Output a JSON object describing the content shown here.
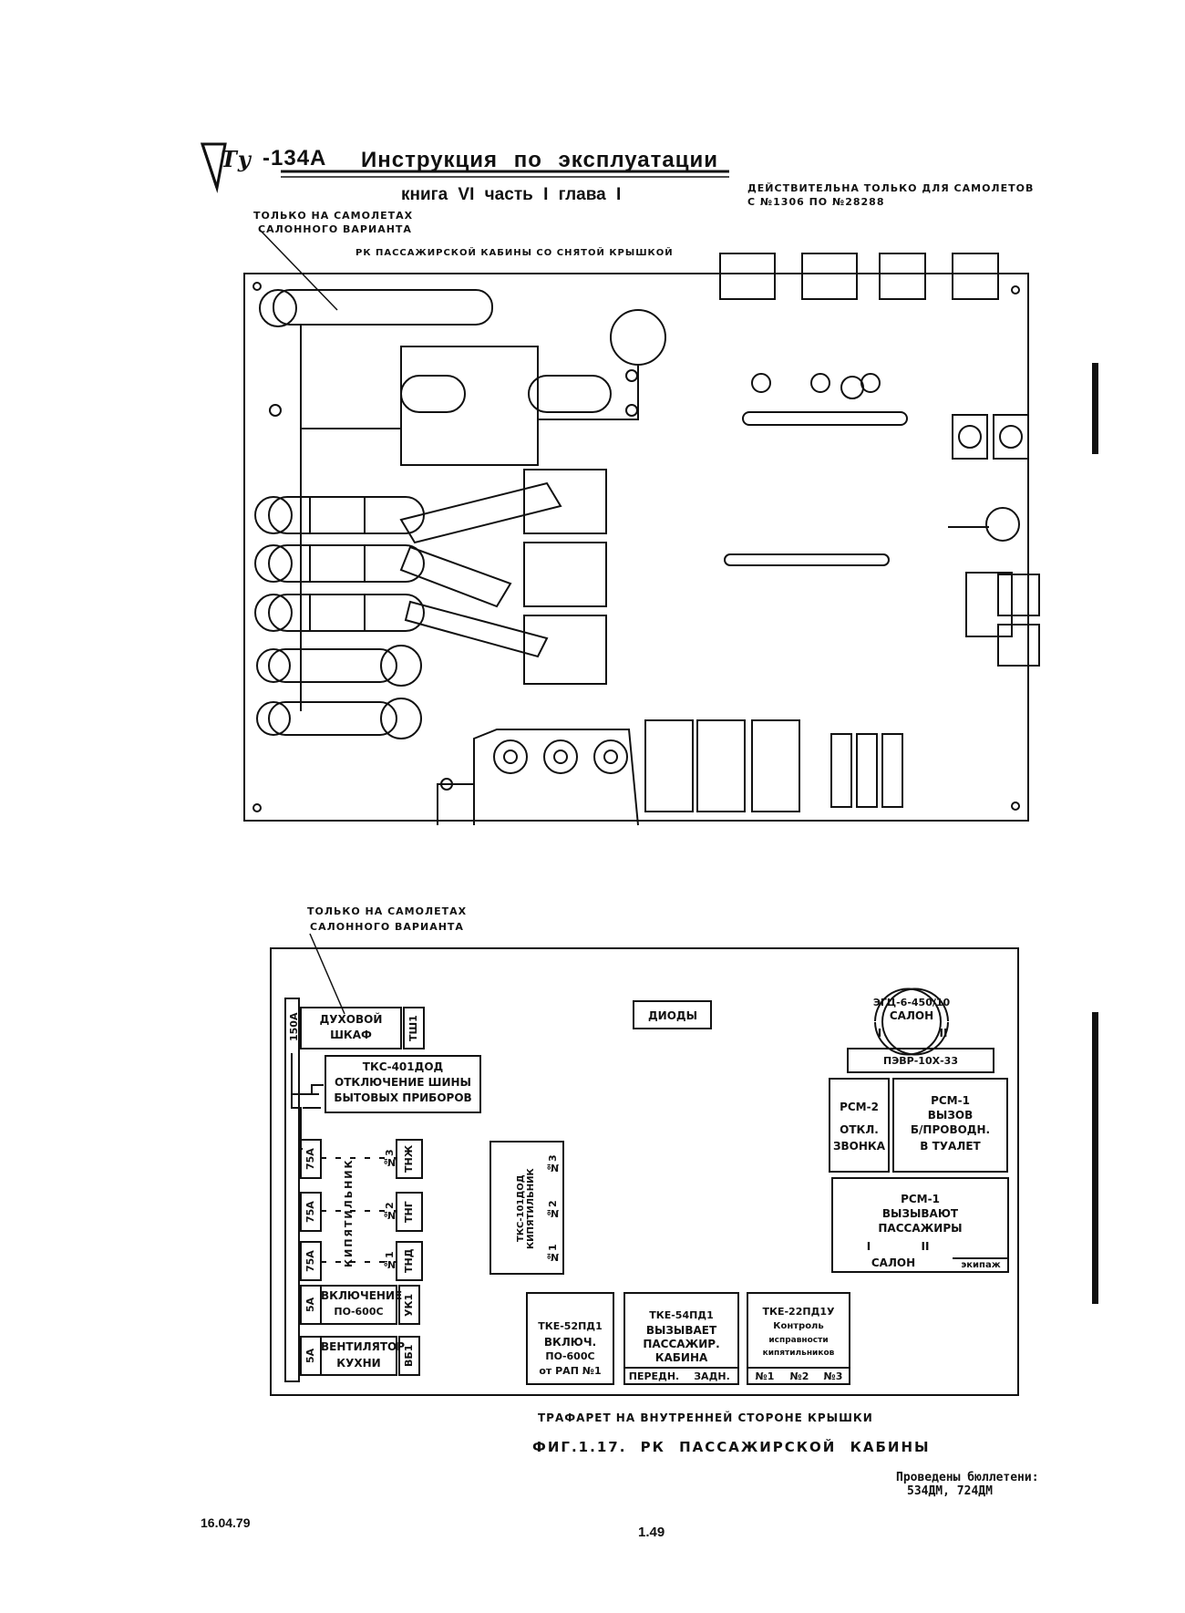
{
  "header": {
    "logo": "Ту",
    "model": "-134А",
    "title": "Инструкция по эксплуатации",
    "subtitle": "книга VI часть I глава I",
    "validity_line1": "ДЕЙСТВИТЕЛЬНА ТОЛЬКО ДЛЯ САМОЛЕТОВ",
    "validity_line2": "С №1306 ПО №28288"
  },
  "top_figure": {
    "note_line1": "ТОЛЬКО НА САМОЛЕТАХ",
    "note_line2": "САЛОННОГО ВАРИАНТА",
    "title": "РК ПАССАЖИРСКОЙ КАБИНЫ СО СНЯТОЙ КРЫШКОЙ"
  },
  "bottom_figure": {
    "note_line1": "ТОЛЬКО НА САМОЛЕТАХ",
    "note_line2": "САЛОННОГО ВАРИАНТА",
    "fuse_150a": "150А",
    "oven_line1": "ДУХОВОЙ",
    "oven_line2": "ШКАФ",
    "tsh1": "ТШ1",
    "diodes": "ДИОДЫ",
    "egc_line1": "ЭГЦ-6-450/10",
    "egc_line2": "САЛОН",
    "egc_left": "I",
    "egc_right": "II",
    "pevr": "ПЭВР-10Х-33",
    "tks401_line1": "ТКС-401ДОД",
    "tks401_line2": "ОТКЛЮЧЕНИЕ ШИНЫ",
    "tks401_line3": "БЫТОВЫХ ПРИБОРОВ",
    "rsm2_line1": "РСМ-2",
    "rsm2_line2": "ОТКЛ.",
    "rsm2_line3": "ЗВОНКА",
    "rsm1a_line1": "РСМ-1",
    "rsm1a_line2": "ВЫЗОВ",
    "rsm1a_line3": "Б/ПРОВОДН.",
    "rsm1a_line4": "В ТУАЛЕТ",
    "rsm1b_line1": "РСМ-1",
    "rsm1b_line2": "ВЫЗЫВАЮТ",
    "rsm1b_line3": "ПАССАЖИРЫ",
    "rsm1b_left": "I",
    "rsm1b_right": "II",
    "rsm1b_salon": "САЛОН",
    "rsm1b_crew": "экипаж",
    "fuse_75a_1": "75А",
    "fuse_75a_2": "75А",
    "fuse_75a_3": "75А",
    "boiler": "КИПЯТИЛЬНИК",
    "boiler_n3": "№3",
    "boiler_n2": "№2",
    "boiler_n1": "№1",
    "tnzh": "ТНЖ",
    "tng": "ТНГ",
    "tnd": "ТНД",
    "tks101": "ТКС-101ДОД КИПЯТИЛЬНИК",
    "tks101_n3": "№3",
    "tks101_n2": "№2",
    "tks101_n1": "№1",
    "fuse_5a_1": "5А",
    "fuse_5a_2": "5А",
    "incl_line1": "ВКЛЮЧЕНИЕ",
    "incl_line2": "ПО-600С",
    "uk1": "УК1",
    "fan_line1": "ВЕНТИЛЯТОР",
    "fan_line2": "КУХНИ",
    "vb1": "ВБ1",
    "tke52_line1": "ТКЕ-52ПД1",
    "tke52_line2": "ВКЛЮЧ.",
    "tke52_line3": "ПО-600С",
    "tke52_line4": "от РАП №1",
    "tke54_line1": "ТКЕ-54ПД1",
    "tke54_line2": "ВЫЗЫВАЕТ",
    "tke54_line3": "ПАССАЖИР.",
    "tke54_line4": "КАБИНА",
    "tke54_front": "ПЕРЕДН.",
    "tke54_rear": "ЗАДН.",
    "tke22_line1": "ТКЕ-22ПД1У",
    "tke22_line2": "Контроль",
    "tke22_line3": "исправности",
    "tke22_line4": "кипятильников",
    "tke22_n1": "№1",
    "tke22_n2": "№2",
    "tke22_n3": "№3",
    "stencil_caption": "ТРАФАРЕТ НА ВНУТРЕННЕЙ СТОРОНЕ КРЫШКИ"
  },
  "figure_caption": "ФИГ.1.17. РК ПАССАЖИРСКОЙ КАБИНЫ",
  "bulletins_line1": "Проведены бюллетени:",
  "bulletins_line2": "534ДМ, 724ДМ",
  "footer": {
    "date": "16.04.79",
    "page": "1.49"
  }
}
